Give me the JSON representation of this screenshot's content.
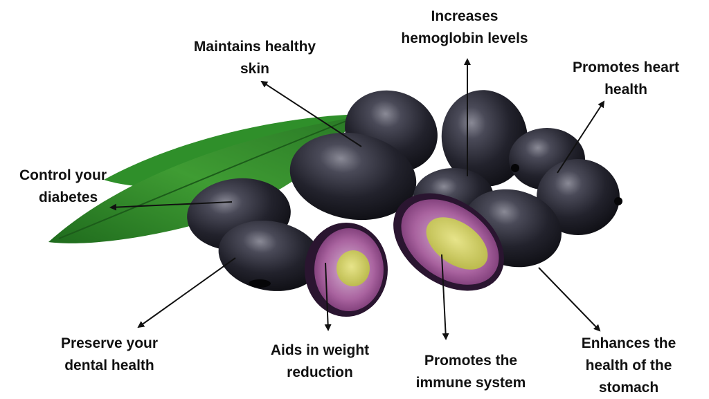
{
  "benefits": {
    "hemoglobin": {
      "line1": "Increases",
      "line2": "hemoglobin levels"
    },
    "skin": {
      "line1": "Maintains healthy",
      "line2": "skin"
    },
    "heart": {
      "line1": "Promotes heart",
      "line2": "health"
    },
    "diabetes": {
      "line1": "Control your",
      "line2": "diabetes"
    },
    "dental": {
      "line1": "Preserve your",
      "line2": "dental health"
    },
    "weight": {
      "line1": "Aids in weight",
      "line2": "reduction"
    },
    "immune": {
      "line1": "Promotes the",
      "line2": "immune system"
    },
    "stomach": {
      "line1": "Enhances the",
      "line2": "health of the",
      "line3": "stomach"
    }
  },
  "colors": {
    "fruit_skin": "#1c1c26",
    "fruit_highlight": "#6e6e7a",
    "leaf": "#2e8b2a",
    "flesh": "#a0619a",
    "seed": "#d8d66a",
    "arrow": "#111111",
    "text": "#111111"
  }
}
